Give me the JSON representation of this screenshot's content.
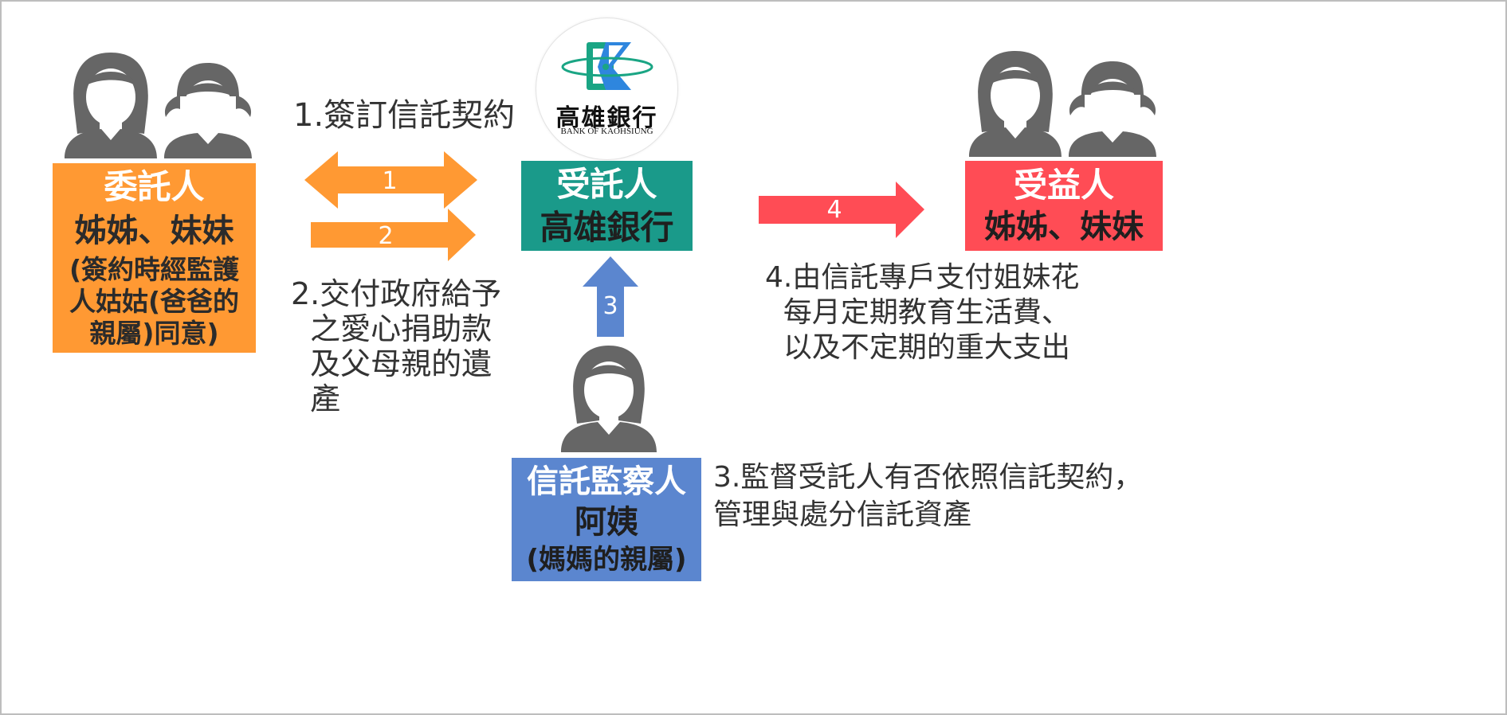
{
  "bank_logo": {
    "name_zh": "高雄銀行",
    "name_en": "BANK OF KAOHSIUNG"
  },
  "settlor": {
    "role": "委託人",
    "name": "姊姊、妹妹",
    "note": "(簽約時經監護人姑姑(爸爸的親屬)同意)"
  },
  "trustee": {
    "role": "受託人",
    "name": "高雄銀行"
  },
  "beneficiary": {
    "role": "受益人",
    "name": "姊姊、妹妹"
  },
  "protector": {
    "role": "信託監察人",
    "name": "阿姨",
    "note": "(媽媽的親屬)"
  },
  "arrows": {
    "a1": "1",
    "a2": "2",
    "a3": "3",
    "a4": "4"
  },
  "captions": {
    "step1": "1.簽訂信託契約",
    "step2": "2.交付政府給予\n  之愛心捐助款\n  及父母親的遺\n  產",
    "step3": "3.監督受託人有否依照信託契約，\n管理與處分信託資產",
    "step4": "4.由信託專戶支付姐妹花\n  每月定期教育生活費、\n  以及不定期的重大支出"
  },
  "colors": {
    "orange": "#FF9933",
    "teal": "#1A9A8A",
    "red": "#FF4C55",
    "blue": "#5B86CF",
    "person": "#666666"
  }
}
